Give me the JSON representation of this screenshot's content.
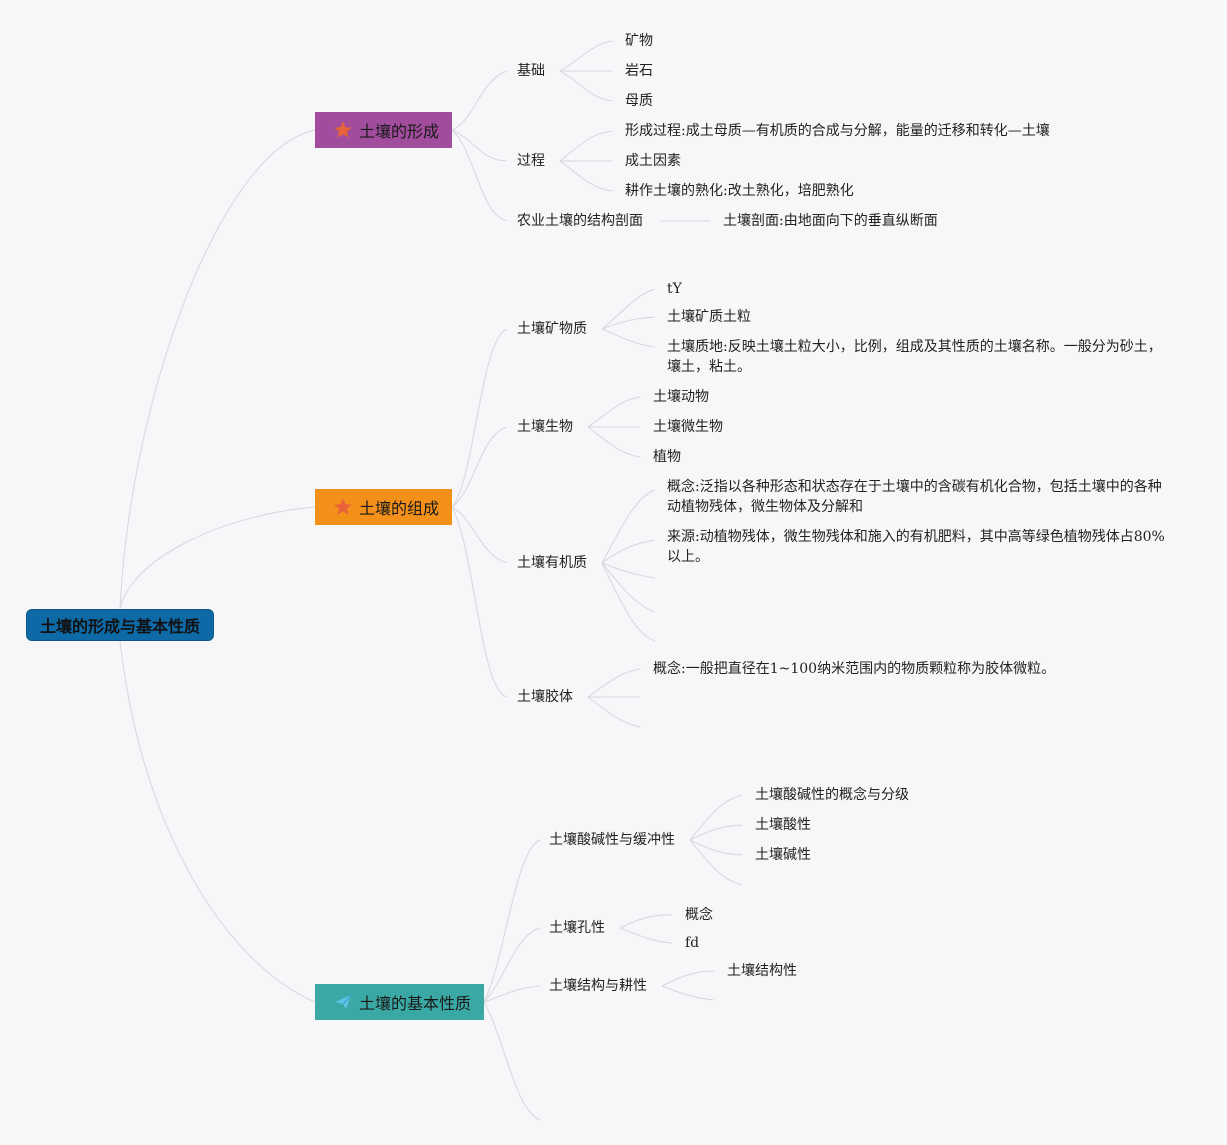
{
  "root": {
    "label": "土壤的形成与基本性质"
  },
  "branches": [
    {
      "label": "土壤的形成",
      "icon": "star-icon",
      "color": "#a14c9c",
      "children": [
        {
          "label": "基础",
          "children": [
            "矿物",
            "岩石",
            "母质"
          ]
        },
        {
          "label": "过程",
          "children": [
            "形成过程:成土母质—有机质的合成与分解，能量的迁移和转化—土壤",
            "成土因素",
            "耕作土壤的熟化:改土熟化，培肥熟化"
          ]
        },
        {
          "label": "农业土壤的结构剖面",
          "children": [
            "土壤剖面:由地面向下的垂直纵断面"
          ]
        }
      ]
    },
    {
      "label": "土壤的组成",
      "icon": "star-icon",
      "color": "#f39019",
      "children": [
        {
          "label": "土壤矿物质",
          "children": [
            "tY",
            "土壤矿质土粒",
            "土壤质地:反映土壤土粒大小，比例，组成及其性质的土壤名称。一般分为砂土，壤土，粘土。"
          ]
        },
        {
          "label": "土壤生物",
          "children": [
            "土壤动物",
            "土壤微生物",
            "植物"
          ]
        },
        {
          "label": "土壤有机质",
          "children": [
            "概念:泛指以各种形态和状态存在于土壤中的含碳有机化合物，包括土壤中的各种动植物残体，微生物体及分解和",
            "来源:动植物残体，微生物残体和施入的有机肥料，其中高等绿色植物残体占80%以上。"
          ]
        },
        {
          "label": "土壤胶体",
          "children": [
            "概念:一般把直径在1~100纳米范围内的物质颗粒称为胶体微粒。"
          ]
        }
      ]
    },
    {
      "label": "土壤的基本性质",
      "icon": "plane-icon",
      "color": "#3aa8a4",
      "children": [
        {
          "label": "土壤酸碱性与缓冲性",
          "children": [
            "土壤酸碱性的概念与分级",
            "土壤酸性",
            "土壤碱性"
          ]
        },
        {
          "label": "土壤孔性",
          "children": [
            "概念",
            "fd"
          ]
        },
        {
          "label": "土壤结构与耕性",
          "children": [
            "土壤结构性"
          ]
        }
      ]
    }
  ]
}
